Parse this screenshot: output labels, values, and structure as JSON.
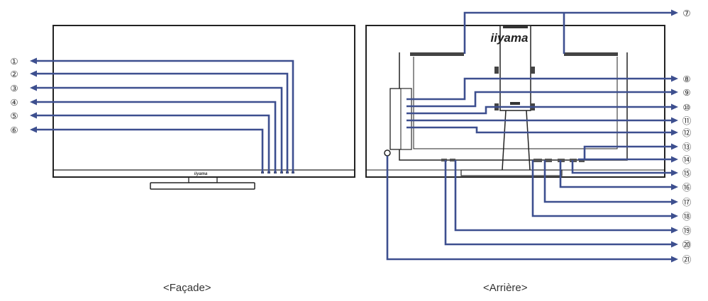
{
  "captions": {
    "front": "<Façade>",
    "rear": "<Arrière>"
  },
  "front_logo": "iiyama",
  "rear_logo": "iiyama",
  "front_callouts": [
    "①",
    "②",
    "③",
    "④",
    "⑤",
    "⑥"
  ],
  "rear_callouts": [
    "⑦",
    "⑧",
    "⑨",
    "⑩",
    "⑪",
    "⑫",
    "⑬",
    "⑭",
    "⑮",
    "⑯",
    "⑰",
    "⑱",
    "⑲",
    "⑳",
    "㉑"
  ],
  "colors": {
    "leader": "#3d4f8f",
    "outline": "#222222",
    "text": "#333333"
  }
}
